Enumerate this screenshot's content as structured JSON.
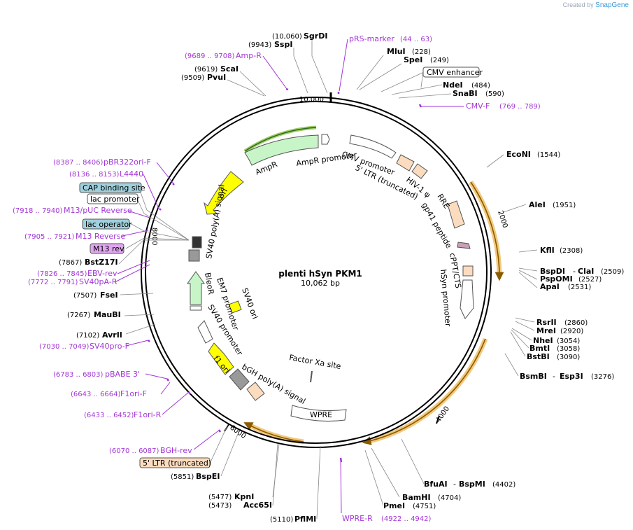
{
  "watermark": {
    "prefix": "Created by",
    "brand": "SnapGene"
  },
  "center": {
    "name": "plenti hSyn PKM1",
    "size": "10,062 bp"
  },
  "ticks": [
    "10,000",
    "2000",
    "4000",
    "6000",
    "8000"
  ],
  "colors": {
    "enzyme": "#000000",
    "primer": "#a335d6",
    "feature_label": "#000000",
    "bar_outline": "#555555",
    "backbone": "#000000"
  },
  "enzymes": [
    {
      "name": "SgrDI",
      "pos": "(10,060)"
    },
    {
      "name": "SspI",
      "pos": "(9943)"
    },
    {
      "name": "ScaI",
      "pos": "(9619)"
    },
    {
      "name": "PvuI",
      "pos": "(9509)"
    },
    {
      "name": "MluI",
      "pos": "(228)"
    },
    {
      "name": "SpeI",
      "pos": "(249)"
    },
    {
      "name": "NdeI",
      "pos": "(484)"
    },
    {
      "name": "SnaBI",
      "pos": "(590)"
    },
    {
      "name": "EcoNI",
      "pos": "(1544)"
    },
    {
      "name": "AleI",
      "pos": "(1951)"
    },
    {
      "name": "KflI",
      "pos": "(2308)"
    },
    {
      "name": "BspDI",
      "name2": "ClaI",
      "pos": "(2509)"
    },
    {
      "name": "PspOMI",
      "pos": "(2527)"
    },
    {
      "name": "ApaI",
      "pos": "(2531)"
    },
    {
      "name": "RsrII",
      "pos": "(2860)"
    },
    {
      "name": "MreI",
      "pos": "(2920)"
    },
    {
      "name": "NheI",
      "pos": "(3054)"
    },
    {
      "name": "BmtI",
      "pos": "(3058)"
    },
    {
      "name": "BstBI",
      "pos": "(3090)"
    },
    {
      "name": "BsmBI",
      "name2": "Esp3I",
      "pos": "(3276)"
    },
    {
      "name": "BfuAI",
      "name2": "BspMI",
      "pos": "(4402)"
    },
    {
      "name": "BamHI",
      "pos": "(4704)"
    },
    {
      "name": "PmeI",
      "pos": "(4751)"
    },
    {
      "name": "PflMI",
      "pos": "(5110)"
    },
    {
      "name": "KpnI",
      "pos": "(5477)"
    },
    {
      "name": "Acc65I",
      "pos": "(5473)"
    },
    {
      "name": "BspEI",
      "pos": "(5851)"
    },
    {
      "name": "AvrII",
      "pos": "(7102)"
    },
    {
      "name": "MauBI",
      "pos": "(7267)"
    },
    {
      "name": "FseI",
      "pos": "(7507)"
    },
    {
      "name": "BstZ17I",
      "pos": "(7867)"
    }
  ],
  "primers": [
    {
      "name": "pRS-marker",
      "pos": "(44 .. 63)"
    },
    {
      "name": "Amp-R",
      "pos": "(9689 .. 9708)"
    },
    {
      "name": "CMV-F",
      "pos": "(769 .. 789)"
    },
    {
      "name": "pBR322ori-F",
      "pos": "(8387 .. 8406)"
    },
    {
      "name": "L4440",
      "pos": "(8136 .. 8153)"
    },
    {
      "name": "M13/pUC Reverse",
      "pos": "(7918 .. 7940)"
    },
    {
      "name": "M13 Reverse",
      "pos": "(7905 .. 7921)"
    },
    {
      "name": "EBV-rev",
      "pos": "(7826 .. 7845)"
    },
    {
      "name": "SV40pA-R",
      "pos": "(7772 .. 7791)"
    },
    {
      "name": "SV40pro-F",
      "pos": "(7030 .. 7049)"
    },
    {
      "name": "pBABE 3'",
      "pos": "(6783 .. 6803)"
    },
    {
      "name": "F1ori-F",
      "pos": "(6643 .. 6664)"
    },
    {
      "name": "F1ori-R",
      "pos": "(6433 .. 6452)"
    },
    {
      "name": "BGH-rev",
      "pos": "(6070 .. 6087)"
    },
    {
      "name": "WPRE-R",
      "pos": "(4922 .. 4942)"
    }
  ],
  "boxed_features": [
    {
      "name": "CMV enhancer",
      "color": "#ffffff"
    },
    {
      "name": "CAP binding site",
      "color": "#9fd0dc"
    },
    {
      "name": "lac promoter",
      "color": "#ffffff"
    },
    {
      "name": "lac operator",
      "color": "#9fd0dc"
    },
    {
      "name": "M13 rev",
      "color": "#e0a6f0"
    },
    {
      "name": "5' LTR (truncated)",
      "color": "#fbdcbf"
    }
  ],
  "inner_features": [
    {
      "name": "AmpR",
      "color": "#c8f5c8"
    },
    {
      "name": "AmpR promoter",
      "color": "#ffffff"
    },
    {
      "name": "ori",
      "color": "#ffff00"
    },
    {
      "name": "SV40 poly(A) signal",
      "color": "#999999"
    },
    {
      "name": "CMV promoter",
      "color": "#ffffff"
    },
    {
      "name": "5' LTR (truncated)",
      "color": "#fbdcbf"
    },
    {
      "name": "HIV-1 ψ",
      "color": "#fbdcbf"
    },
    {
      "name": "RRE",
      "color": "#fbdcbf"
    },
    {
      "name": "gp41 peptide",
      "color": "#c9a0b6"
    },
    {
      "name": "cPPT/CTS",
      "color": "#fbdcbf"
    },
    {
      "name": "hSyn promoter",
      "color": "#ffffff"
    },
    {
      "name": "EM7 promoter",
      "color": "#ffffff"
    },
    {
      "name": "BleoR",
      "color": "#c8f5c8"
    },
    {
      "name": "SV40 ori",
      "color": "#ffff00"
    },
    {
      "name": "SV40 promoter",
      "color": "#ffffff"
    },
    {
      "name": "f1 ori",
      "color": "#ffff00"
    },
    {
      "name": "bGH poly(A) signal",
      "color": "#999999"
    },
    {
      "name": "Factor Xa site",
      "color": "#ffffff"
    },
    {
      "name": "WPRE",
      "color": "#ffffff"
    }
  ]
}
